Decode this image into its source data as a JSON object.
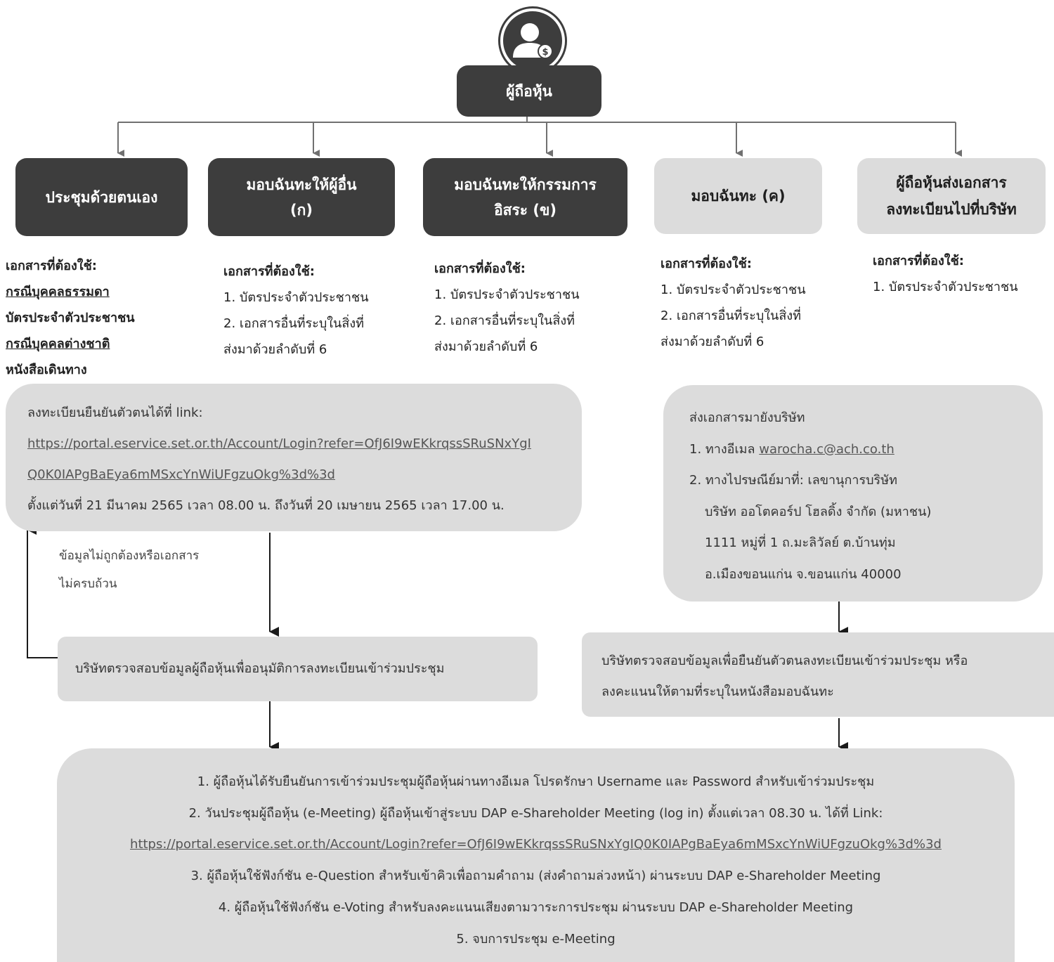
{
  "root": {
    "icon": "shareholder-avatar-icon",
    "label": "ผู้ถือหุ้น"
  },
  "options": [
    {
      "lines": [
        "ประชุมด้วยตนเอง"
      ]
    },
    {
      "lines": [
        "มอบฉันทะให้ผู้อื่น",
        "(ก)"
      ]
    },
    {
      "lines": [
        "มอบฉันทะให้กรรมการ",
        "อิสระ (ข)"
      ]
    },
    {
      "lines": [
        "มอบฉันทะ (ค)"
      ]
    },
    {
      "lines": [
        "ผู้ถือหุ้นส่งเอกสาร",
        "ลงทะเบียนไปที่บริษัท"
      ]
    }
  ],
  "requirements": {
    "self": {
      "heading": "เอกสารที่ต้องใช้:",
      "case_thai": "กรณีบุคคลธรรมดา",
      "doc_thai": "บัตรประจำตัวประชาชน",
      "case_foreign": "กรณีบุคคลต่างชาติ",
      "doc_foreign": "หนังสือเดินทาง"
    },
    "proxy_a": {
      "heading": "เอกสารที่ต้องใช้:",
      "item1": "1. บัตรประจำตัวประชาชน",
      "item2a": "2. เอกสารอื่นที่ระบุในสิ่งที่",
      "item2b": "ส่งมาด้วยลำดับที่ 6"
    },
    "proxy_b": {
      "heading": "เอกสารที่ต้องใช้:",
      "item1": "1. บัตรประจำตัวประชาชน",
      "item2a": "2. เอกสารอื่นที่ระบุในสิ่งที่",
      "item2b": "ส่งมาด้วยลำดับที่ 6"
    },
    "proxy_c": {
      "heading": "เอกสารที่ต้องใช้:",
      "item1": "1. บัตรประจำตัวประชาชน",
      "item2a": "2. เอกสารอื่นที่ระบุในสิ่งที่",
      "item2b": "ส่งมาด้วยลำดับที่ 6"
    },
    "mail": {
      "heading": "เอกสารที่ต้องใช้:",
      "item1": "1. บัตรประจำตัวประชาชน"
    }
  },
  "register_panel": {
    "intro": "ลงทะเบียนยืนยันตัวตนได้ที่ link:",
    "link_part1": "https://portal.eservice.set.or.th/Account/Login?refer=OfJ6I9wEKkrqssSRuSNxYgI",
    "link_part2": "Q0K0IAPgBaEya6mMSxcYnWiUFgzuOkg%3d%3d",
    "period": "ตั้งแต่วันที่ 21 มีนาคม 2565 เวลา 08.00 น. ถึงวันที่ 20 เมษายน 2565 เวลา 17.00 น."
  },
  "send_panel": {
    "title": "ส่งเอกสารมายังบริษัท",
    "email_prefix": "1. ทางอีเมล ",
    "email": "warocha.c@ach.co.th",
    "post": "2. ทางไปรษณีย์มาที่: เลขานุการบริษัท",
    "company": "บริษัท ออโตคอร์ป โฮลดิ้ง จำกัด (มหาชน)",
    "address1": "1111 หมู่ที่ 1 ถ.มะลิวัลย์ ต.บ้านทุ่ม",
    "address2": "อ.เมืองขอนแก่น จ.ขอนแก่น 40000"
  },
  "invalid_note": {
    "line1": "ข้อมูลไม่ถูกต้องหรือเอกสาร",
    "line2": "ไม่ครบถ้วน"
  },
  "verify_left": "บริษัทตรวจสอบข้อมูลผู้ถือหุ้นเพื่ออนุมัติการลงทะเบียนเข้าร่วมประชุม",
  "verify_right": {
    "line1": "บริษัทตรวจสอบข้อมูลเพื่อยืนยันตัวตนลงทะเบียนเข้าร่วมประชุม หรือ",
    "line2": "ลงคะแนนให้ตามที่ระบุในหนังสือมอบฉันทะ"
  },
  "final_steps": {
    "step1": "1. ผู้ถือหุ้นได้รับยืนยันการเข้าร่วมประชุมผู้ถือหุ้นผ่านทางอีเมล โปรดรักษา Username และ Password สำหรับเข้าร่วมประชุม",
    "step2": "2. วันประชุมผู้ถือหุ้น (e-Meeting) ผู้ถือหุ้นเข้าสู่ระบบ DAP e-Shareholder Meeting (log in) ตั้งแต่เวลา 08.30 น. ได้ที่ Link:",
    "link": "https://portal.eservice.set.or.th/Account/Login?refer=OfJ6I9wEKkrqssSRuSNxYgIQ0K0IAPgBaEya6mMSxcYnWiUFgzuOkg%3d%3d",
    "step3": "3. ผู้ถือหุ้นใช้ฟังก์ชัน e-Question สำหรับเข้าคิวเพื่อถามคำถาม (ส่งคำถามล่วงหน้า) ผ่านระบบ DAP e-Shareholder Meeting",
    "step4": "4. ผู้ถือหุ้นใช้ฟังก์ชัน e-Voting สำหรับลงคะแนนเสียงตามวาระการประชุม ผ่านระบบ DAP e-Shareholder Meeting",
    "step5": "5. จบการประชุม e-Meeting"
  },
  "colors": {
    "dark_box": "#3d3d3d",
    "light_box": "#dcdcdc",
    "line": "#707070",
    "arrow": "#1a1a1a"
  }
}
